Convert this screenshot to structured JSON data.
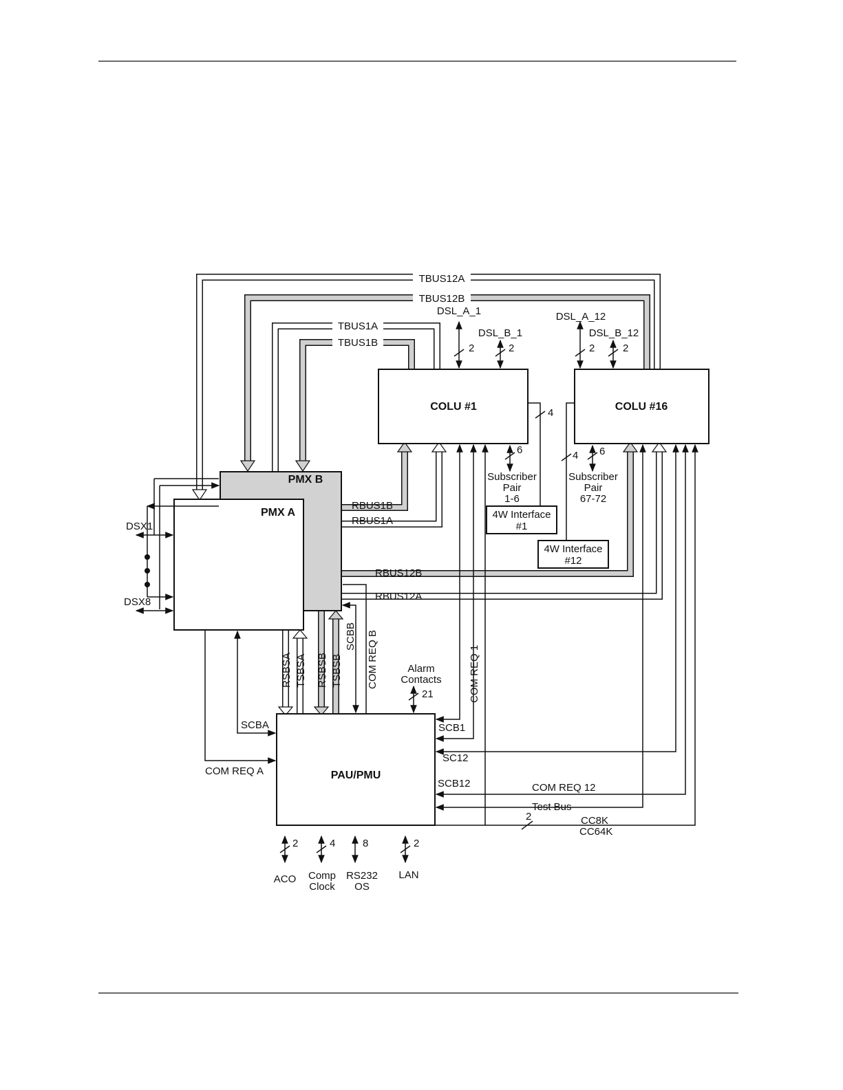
{
  "blocks": {
    "colu1": "COLU #1",
    "colu16": "COLU #16",
    "pmx_a": "PMX A",
    "pmx_b": "PMX B",
    "pau": "PAU/PMU",
    "wi1": [
      "4W Interface",
      "#1"
    ],
    "wi12": [
      "4W Interface",
      "#12"
    ]
  },
  "buses": {
    "tbus12a": "TBUS12A",
    "tbus12b": "TBUS12B",
    "tbus1a": "TBUS1A",
    "tbus1b": "TBUS1B",
    "rbus1b": "RBUS1B",
    "rbus1a": "RBUS1A",
    "rbus12b": "RBUS12B",
    "rbus12a": "RBUS12A",
    "rsbsa": "RSBSA",
    "tsbsa": "TSBSA",
    "rsbsb": "RSBSB",
    "tsbsb": "TSBSB",
    "scbb": "SCBB",
    "comreqb": "COM REQ B",
    "comreq1": "COM REQ 1"
  },
  "signals": {
    "dsl_a_1": "DSL_A_1",
    "dsl_b_1": "DSL_B_1",
    "dsl_a_12": "DSL_A_12",
    "dsl_b_12": "DSL_B_12",
    "subpair1": [
      "Subscriber",
      "Pair",
      "1-6"
    ],
    "subpair2": [
      "Subscriber",
      "Pair",
      "67-72"
    ],
    "dsx1": "DSX1",
    "dsx8": "DSX8",
    "alarm": [
      "Alarm",
      "Contacts"
    ],
    "scba": "SCBA",
    "comreqa": "COM REQ A",
    "scb1": "SCB1",
    "sc12": "SC12",
    "scb12": "SCB12",
    "comreq12": "COM REQ 12",
    "testbus": "Test Bus",
    "cc8k": "CC8K",
    "cc64k": "CC64K",
    "aco": "ACO",
    "comp": [
      "Comp",
      "Clock"
    ],
    "rs232": [
      "RS232",
      "OS"
    ],
    "lan": "LAN"
  },
  "counts": {
    "c2a": "2",
    "c2b": "2",
    "c2c": "2",
    "c2d": "2",
    "c4a": "4",
    "c4b": "4",
    "c6a": "6",
    "c6b": "6",
    "c21": "21",
    "c2e": "2",
    "b2": "2",
    "b4": "4",
    "b8": "8",
    "b2l": "2"
  }
}
